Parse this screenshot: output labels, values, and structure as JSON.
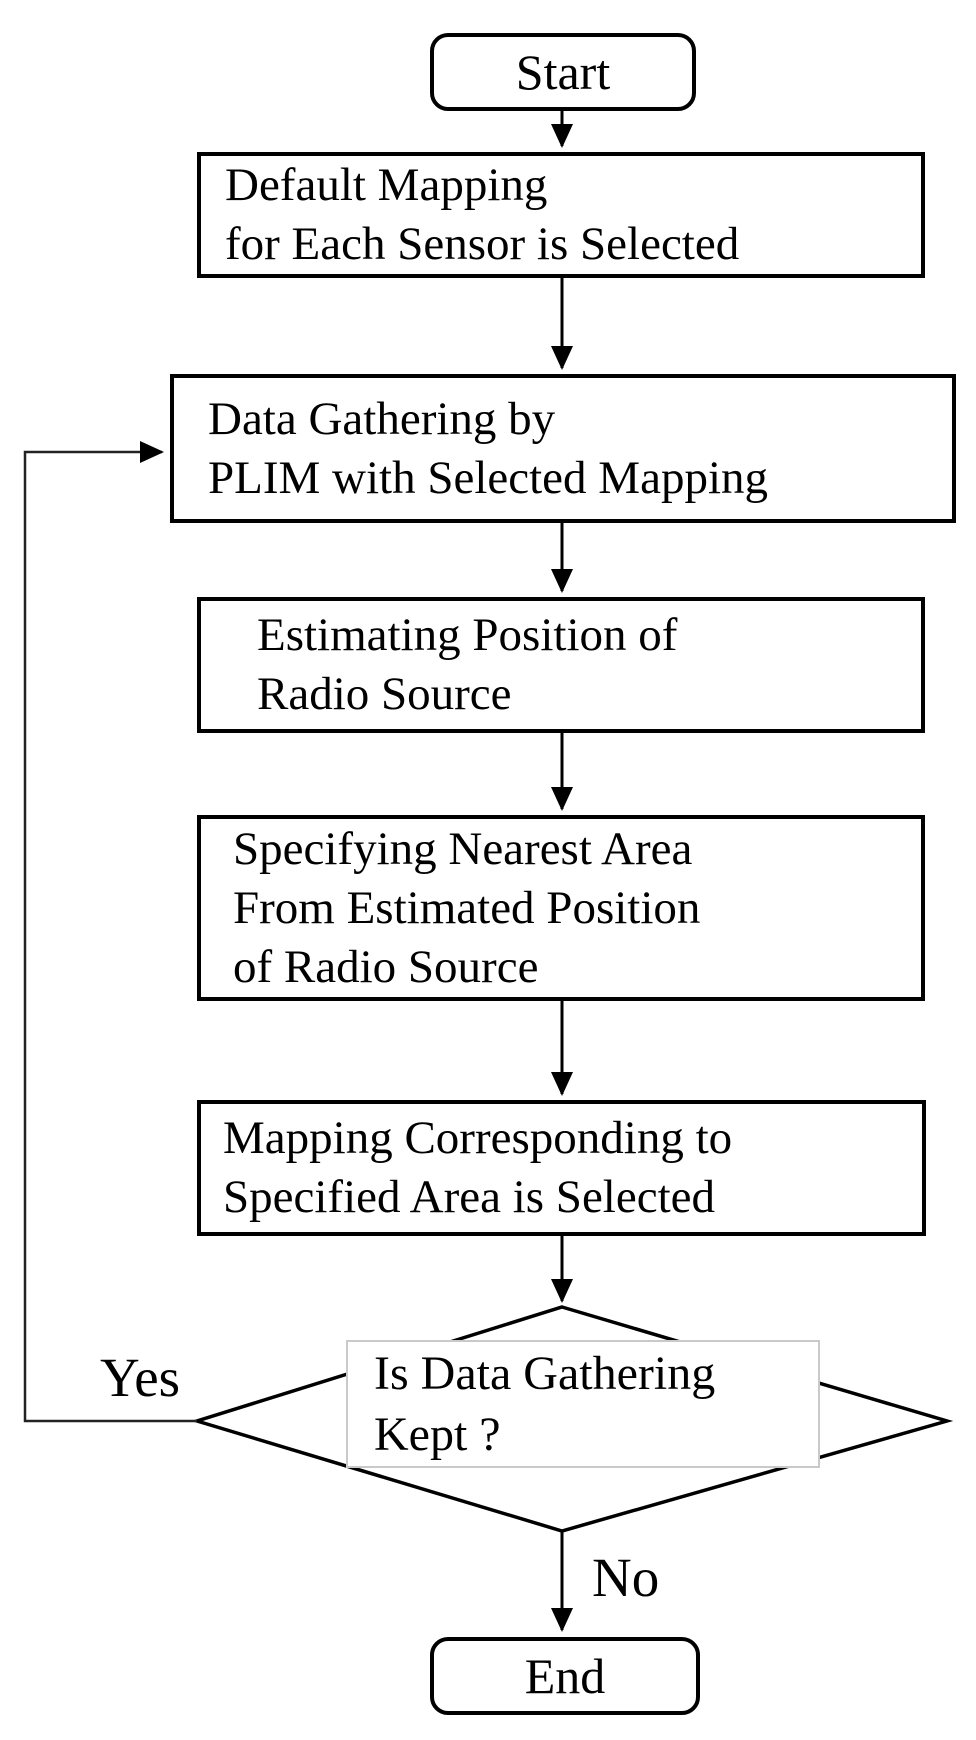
{
  "nodes": {
    "start": {
      "label": "Start"
    },
    "default_mapping": {
      "lines": [
        "Default Mapping",
        "for Each Sensor is Selected"
      ]
    },
    "data_gathering": {
      "lines": [
        "Data Gathering by",
        "PLIM with Selected Mapping"
      ]
    },
    "estimating_position": {
      "lines": [
        "Estimating Position of",
        "Radio Source"
      ]
    },
    "specifying_area": {
      "lines": [
        "Specifying Nearest Area",
        "From Estimated Position",
        "of Radio Source"
      ]
    },
    "mapping_selected": {
      "lines": [
        "Mapping Corresponding to",
        "Specified Area is Selected"
      ]
    },
    "decision": {
      "lines": [
        "Is Data Gathering",
        "Kept ?"
      ]
    },
    "end": {
      "label": "End"
    }
  },
  "edge_labels": {
    "yes": "Yes",
    "no": "No"
  },
  "colors": {
    "line": "#000000",
    "background": "#ffffff",
    "text": "#000000",
    "decision_label_border": "#c9c9c9"
  }
}
